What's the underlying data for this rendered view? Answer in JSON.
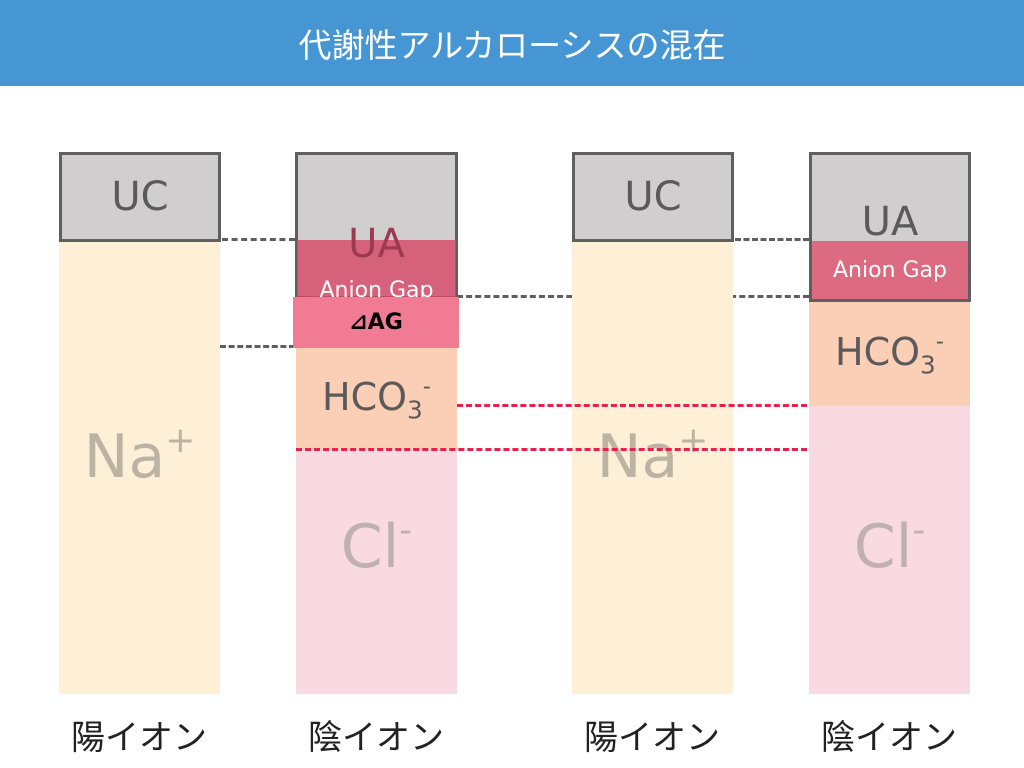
{
  "title": "代謝性アルカローシスの混在",
  "labels": {
    "uc": "UC",
    "ua": "UA",
    "na": "Na",
    "na_sup": "+",
    "cl": "Cl",
    "cl_sup": "-",
    "hco_main": "HCO",
    "hco_sub": "3",
    "hco_sup": "-",
    "anion_gap": "Anion Gap",
    "delta_ag": "⊿AG",
    "cation": "陽イオン",
    "anion": "陰イオン"
  },
  "colors": {
    "header": "#4596d2",
    "anion_gap": "#dc6a80",
    "delta_ag": "#f07b93",
    "hco3": "#fbcfb5",
    "cl": "#f8dae0",
    "na": "#fef0d7",
    "uc_ua": "#d0cecf"
  }
}
